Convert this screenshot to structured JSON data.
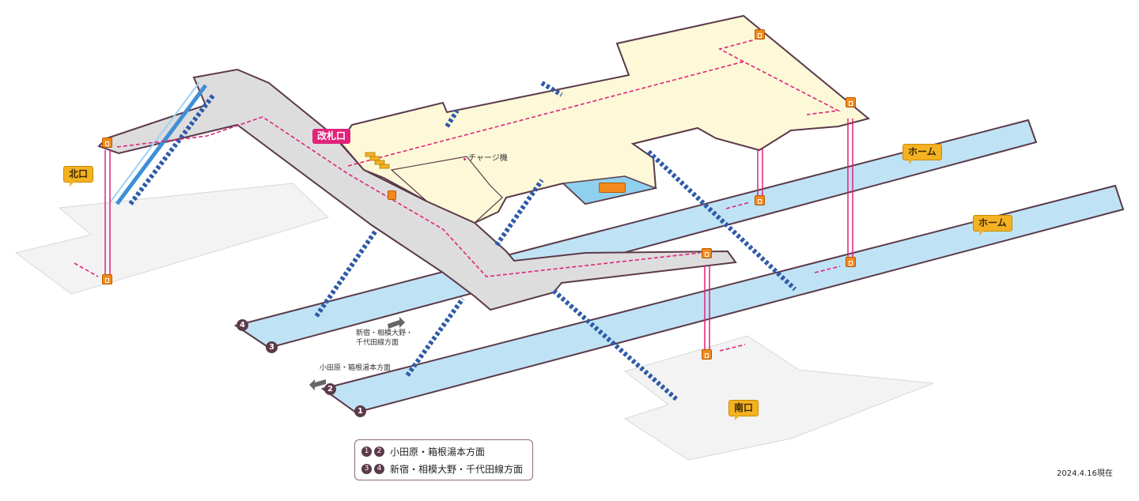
{
  "labels": {
    "ticket_gate": "改札口",
    "charge_machine": "チャージ機",
    "north_exit": "北口",
    "south_exit": "南口",
    "platform_a": "ホーム",
    "platform_b": "ホーム"
  },
  "track_numbers": {
    "t1": "1",
    "t2": "2",
    "t3": "3",
    "t4": "4"
  },
  "direction_labels": {
    "shinjuku_line1": "新宿・相模大野・",
    "shinjuku_line2": "千代田線方面",
    "odawara": "小田原・箱根湯本方面"
  },
  "legend": {
    "row1_a": "1",
    "row1_b": "2",
    "row1_text": "小田原・箱根湯本方面",
    "row2_a": "3",
    "row2_b": "4",
    "row2_text": "新宿・相模大野・千代田線方面"
  },
  "date": "2024.4.16現在",
  "colors": {
    "concourse": "#fdf9d8",
    "walkway": "#dcdcdc",
    "platform": "#bfe3f5",
    "exit_area": "#f2f2f2",
    "outline": "#5b3a4a",
    "route": "#e0237a",
    "stairs": "#2e5aa8",
    "tag": "#f4b223"
  },
  "icons": [
    "elevator-icon",
    "toilet-icon",
    "accessible-icon",
    "ticket-machine-icon",
    "ticket-gate-icon"
  ]
}
